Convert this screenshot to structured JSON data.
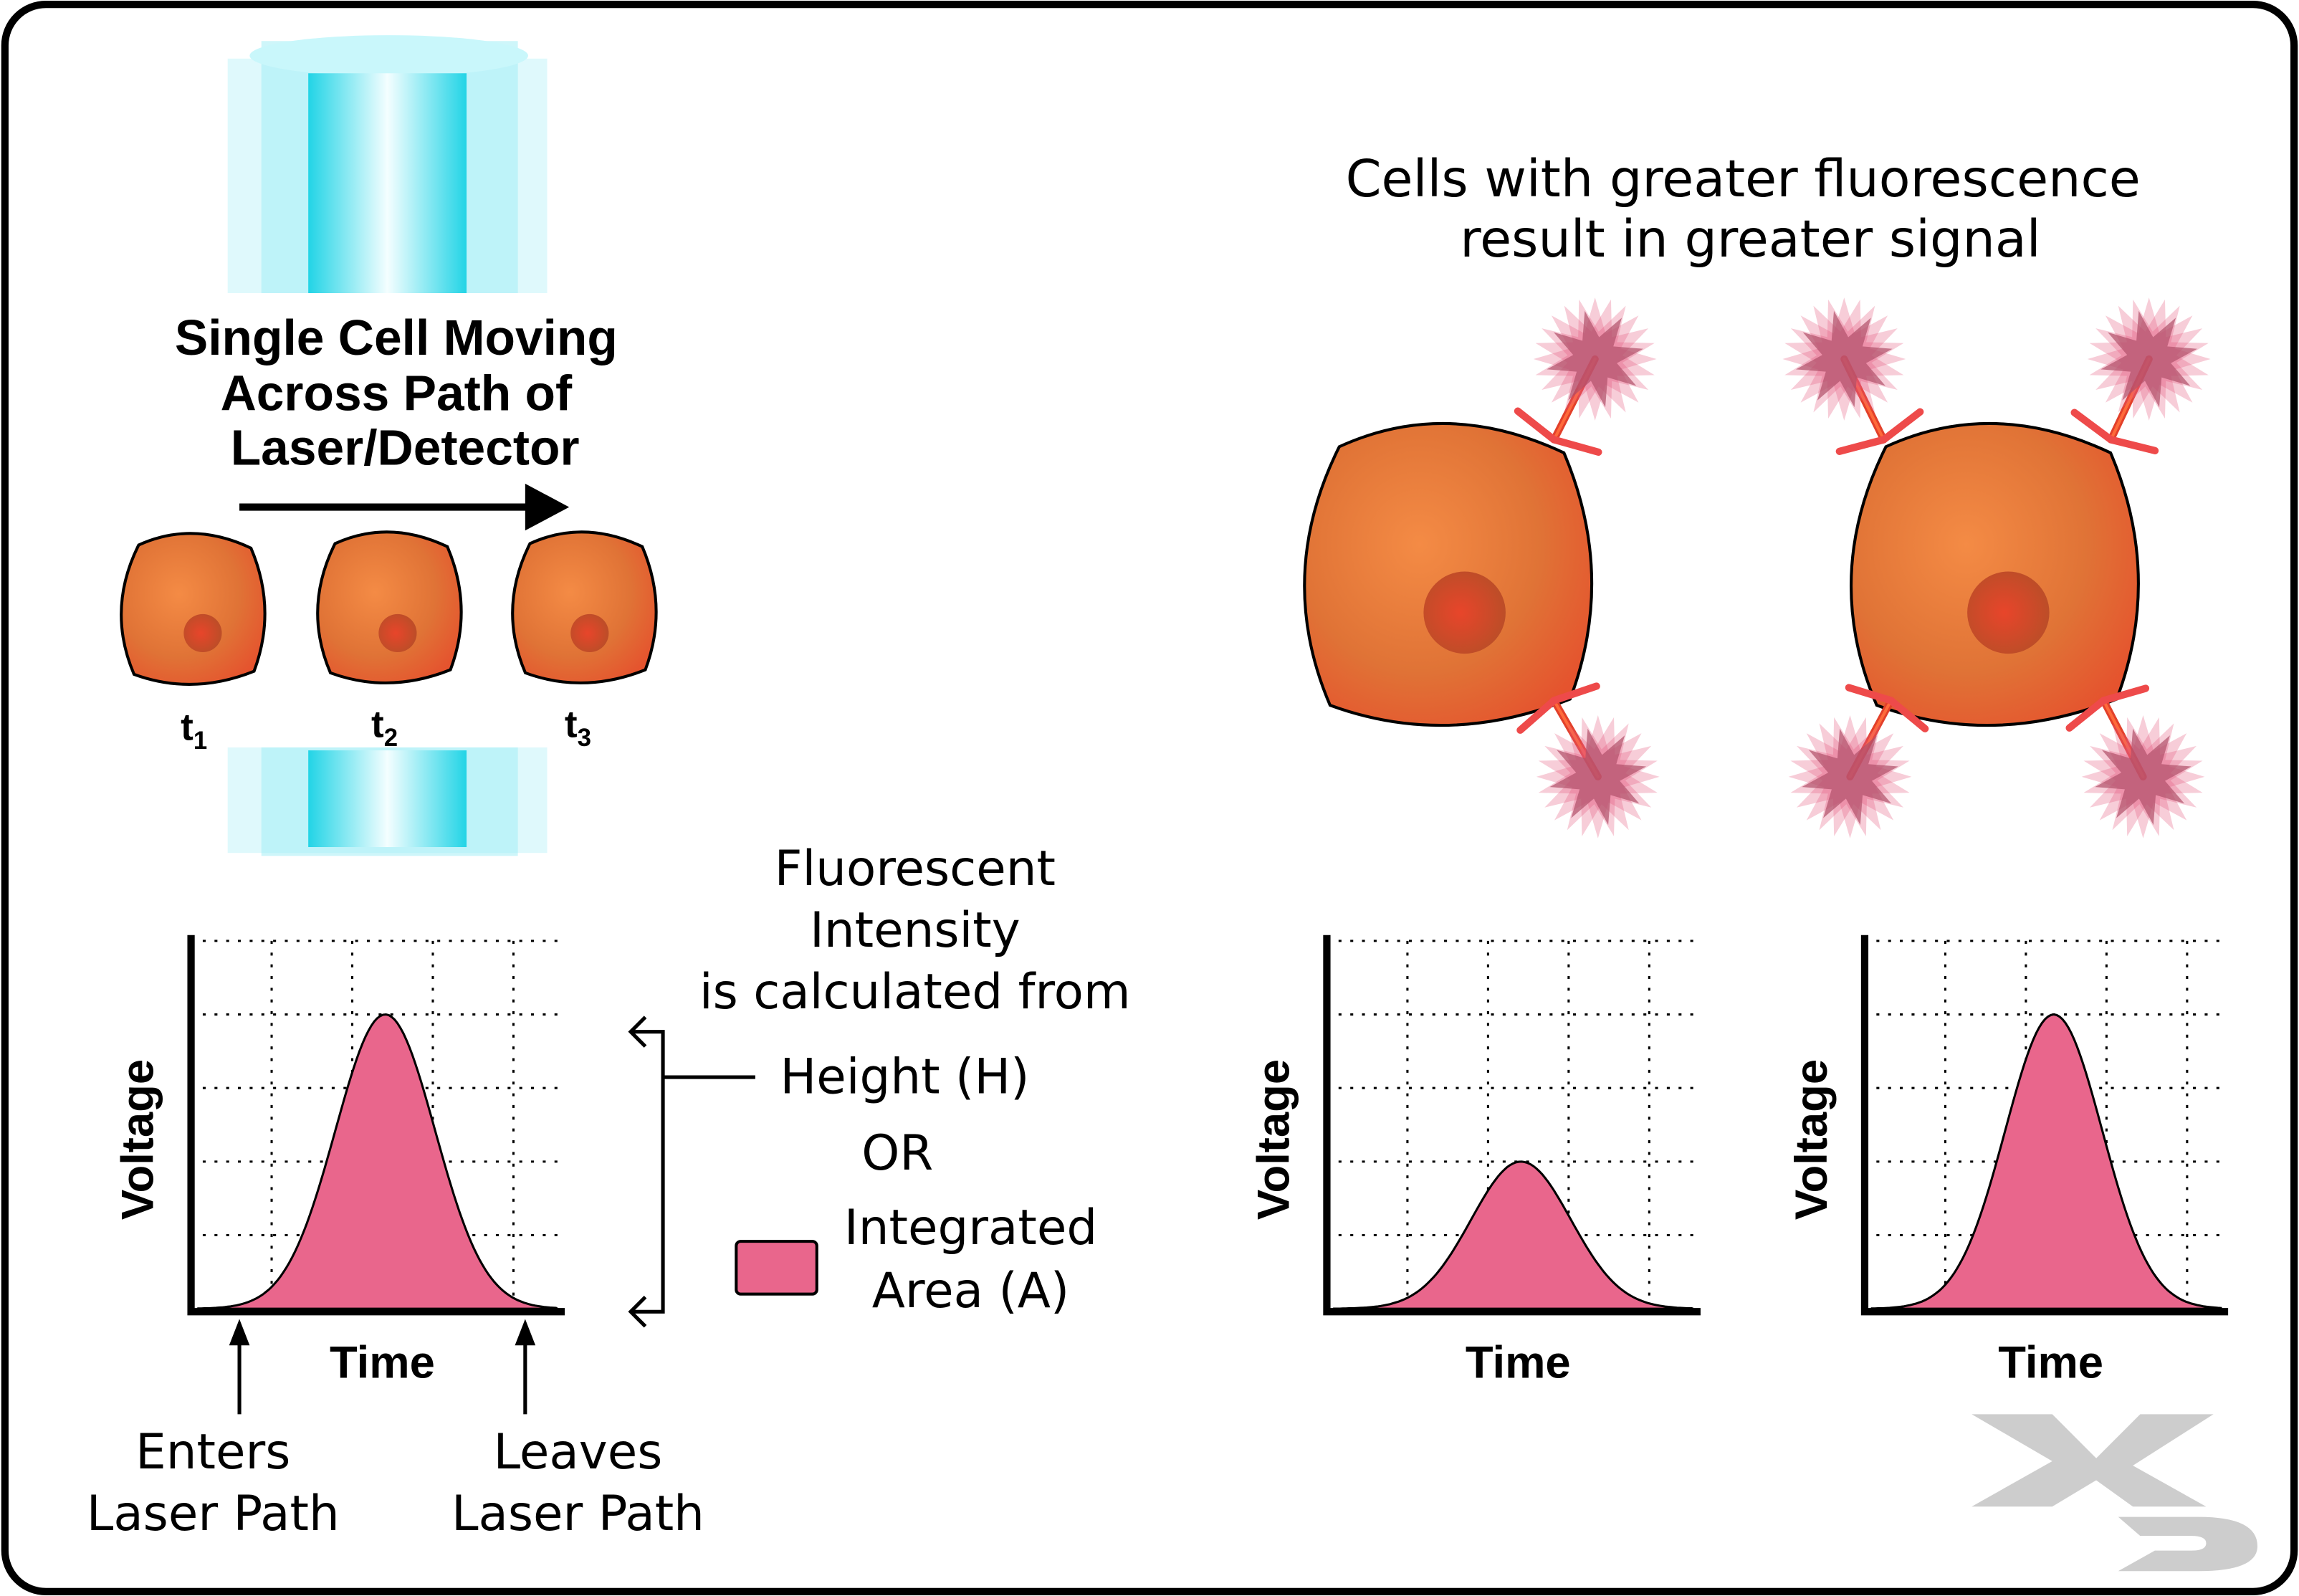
{
  "left_panel": {
    "title_lines": [
      "Single Cell Moving",
      "Across Path of",
      "Laser/Detector"
    ],
    "time_labels": [
      {
        "t": "t",
        "sub": "1"
      },
      {
        "t": "t",
        "sub": "2"
      },
      {
        "t": "t",
        "sub": "3"
      }
    ],
    "enters_lines": [
      "Enters",
      "Laser Path"
    ],
    "leaves_lines": [
      "Leaves",
      "Laser Path"
    ]
  },
  "explanation": {
    "lines": [
      "Fluorescent",
      "Intensity",
      "is calculated from"
    ],
    "height_label": "Height (H)",
    "or_label": "OR",
    "area_lines": [
      "Integrated",
      "Area (A)"
    ]
  },
  "right_panel": {
    "title_lines": [
      "Cells with greater fluorescence",
      "result in greater signal"
    ]
  },
  "charts": [
    {
      "ylabel": "Voltage",
      "xlabel": "Time",
      "peak": 4,
      "grid_max": 5
    },
    {
      "ylabel": "Voltage",
      "xlabel": "Time",
      "peak": 2,
      "grid_max": 5
    },
    {
      "ylabel": "Voltage",
      "xlabel": "Time",
      "peak": 4,
      "grid_max": 5
    }
  ],
  "colors": {
    "peak_fill": "#e9668c",
    "cell": "#e2733a",
    "laser": "#3fe3f0",
    "logo": "#cccccc"
  },
  "logo": "XD"
}
